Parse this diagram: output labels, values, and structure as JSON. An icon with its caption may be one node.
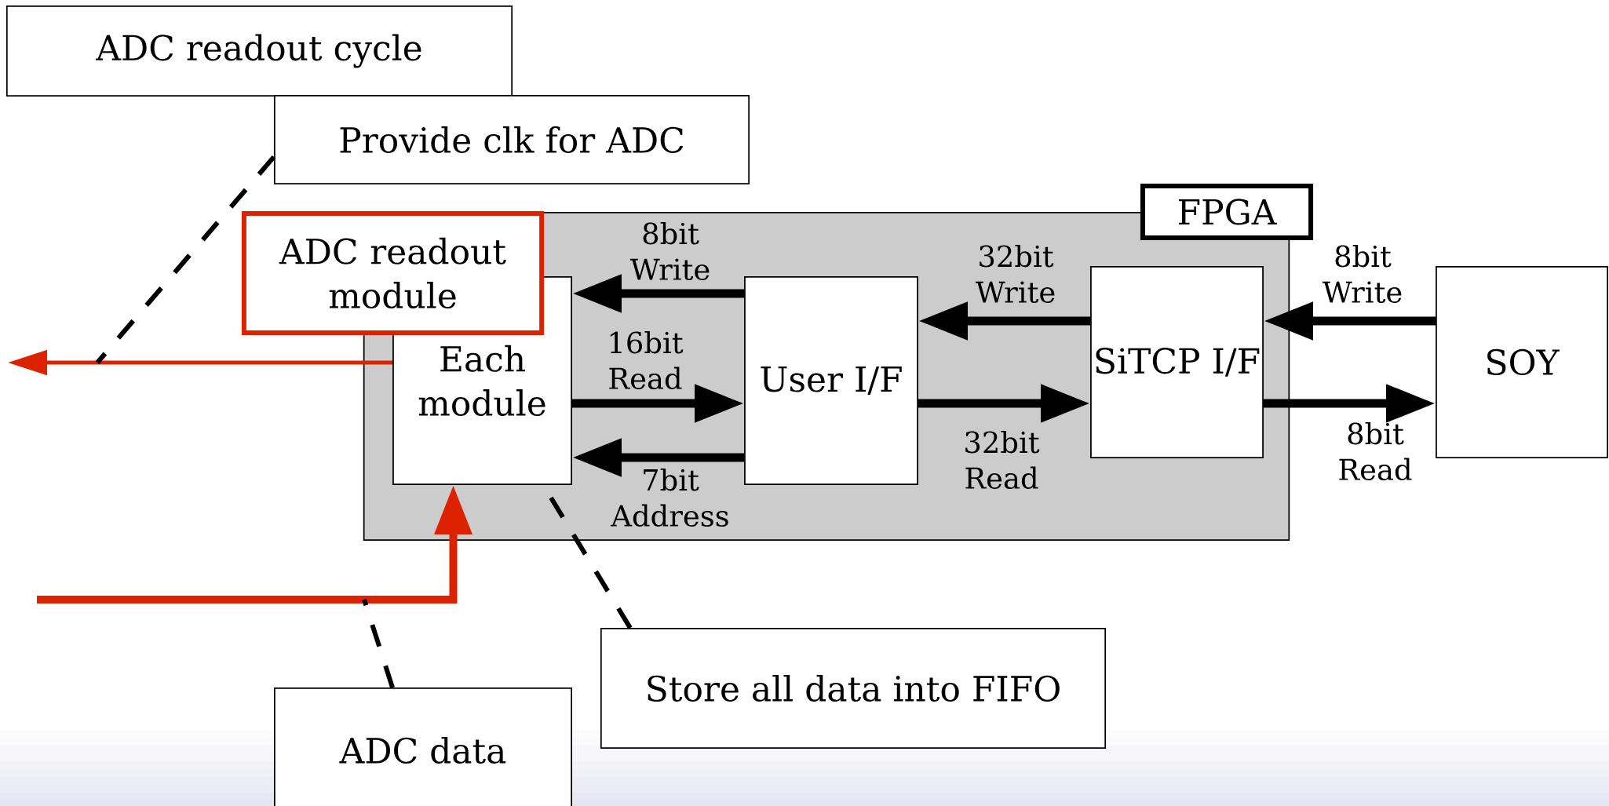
{
  "diagram": {
    "nodes": [
      {
        "text": [
          "ADC readout cycle"
        ]
      },
      {
        "text": [
          "Provide clk for ADC"
        ]
      },
      {
        "text": [
          "FPGA"
        ]
      },
      {
        "text": [
          "ADC readout module"
        ]
      },
      {
        "text": [
          "Each module"
        ],
        "in": 2
      },
      {
        "text": [
          "User I/F"
        ],
        "in": 2
      },
      {
        "text": [
          "SiTCP I/F"
        ],
        "in": 2
      },
      {
        "text": [
          "SOY"
        ]
      },
      {
        "text": [
          "Store all data into FIFO"
        ]
      },
      {
        "text": [
          "ADC data"
        ]
      }
    ],
    "edges": [
      {
        "from": 5,
        "to": 4,
        "arrow": "to",
        "label": "8bit Write"
      },
      {
        "from": 4,
        "to": 5,
        "arrow": "to",
        "label": "16bit Read"
      },
      {
        "from": 5,
        "to": 4,
        "arrow": "to",
        "label": "7bit Address"
      },
      {
        "from": 6,
        "to": 5,
        "arrow": "to",
        "label": "32bit Write"
      },
      {
        "from": 5,
        "to": 6,
        "arrow": "to",
        "label": "32bit Read"
      },
      {
        "from": 7,
        "to": 6,
        "arrow": "to",
        "label": "8bit Write"
      },
      {
        "from": 6,
        "to": 7,
        "arrow": "to",
        "label": "8bit Read"
      },
      {
        "from": 4,
        "to": null,
        "arrow": "to",
        "color": "#dd2200"
      },
      {
        "from": null,
        "to": 4,
        "arrow": "to",
        "color": "#dd2200"
      },
      {
        "from": 1,
        "to": null,
        "arrow": "none",
        "style": "dashed"
      },
      {
        "from": 8,
        "to": 4,
        "arrow": "none",
        "style": "dashed"
      },
      {
        "from": 9,
        "to": null,
        "arrow": "none",
        "style": "dashed"
      }
    ]
  }
}
